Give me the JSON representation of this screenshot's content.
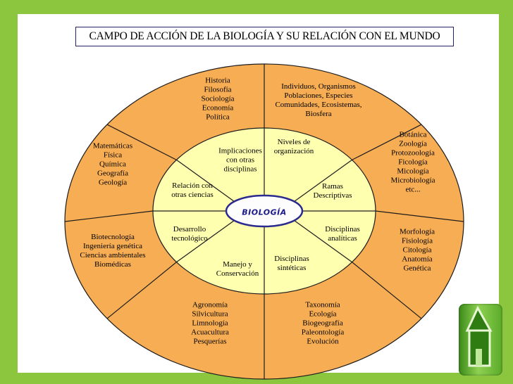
{
  "title": "CAMPO DE ACCIÓN DE LA BIOLOGÍA Y SU RELACIÓN CON EL MUNDO",
  "center": "BIOLOGÍA",
  "inner_ring": [
    [
      "Implicaciones",
      "con otras",
      "disciplinas"
    ],
    [
      "Niveles de",
      "organización"
    ],
    [
      "Ramas",
      "Descriptivas"
    ],
    [
      "Disciplinas",
      "analíticas"
    ],
    [
      "Disciplinas",
      "sintéticas"
    ],
    [
      "Manejo y",
      "Conservación"
    ],
    [
      "Desarrollo",
      "tecnológico"
    ],
    [
      "Relación con",
      "otras ciencias"
    ]
  ],
  "outer_ring": [
    [
      "Historia",
      "Filosofía",
      "Sociología",
      "Economía",
      "Política"
    ],
    [
      "Individuos, Organismos",
      "Poblaciones, Especies",
      "Comunidades, Ecosistemas,",
      "Biosfera"
    ],
    [
      "Botánica",
      "Zoología",
      "Protozoología",
      "Ficología",
      "Micología",
      "Microbiología",
      "etc..."
    ],
    [
      "Morfología",
      "Fisiología",
      "Citología",
      "Anatomía",
      "Genética"
    ],
    [
      "Taxonomía",
      "Ecología",
      "Biogeografía",
      "Paleontología",
      "Evolución"
    ],
    [
      "Agronomía",
      "Silvicultura",
      "Limnología",
      "Acuacultura",
      "Pesquerías"
    ],
    [
      "Biotecnología",
      "Ingeniería genética",
      "Ciencias ambientales",
      "Biomédicas"
    ],
    [
      "Matemáticas",
      "Física",
      "Química",
      "Geografía",
      "Geología"
    ]
  ],
  "colors": {
    "background": "#8cc63f",
    "outer_ring": "#f7ad53",
    "inner_ring": "#ffffb0",
    "center": "#fdfdfd",
    "center_text": "#1b1a8a"
  },
  "icons": {
    "home": "home-icon"
  }
}
